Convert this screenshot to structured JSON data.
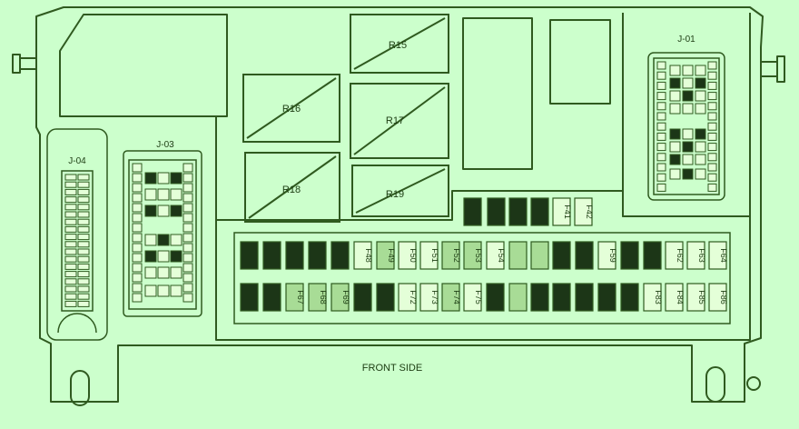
{
  "colors": {
    "background": "#ccffcc",
    "stroke": "#2f5a1f",
    "fuse_dark": "#1c3617",
    "fuse_light": "#e4ffd8",
    "fuse_shaded": "#a8dc96",
    "text": "#1c3c12"
  },
  "relays": [
    "R15",
    "R16",
    "R17",
    "R18",
    "R19"
  ],
  "connectors": {
    "j01": "J-01",
    "j03": "J-03",
    "j04": "J-04"
  },
  "fuses": {
    "upper_labeled": [
      "F41",
      "F42"
    ],
    "top_row": [
      "F48",
      "F49",
      "F50",
      "F51",
      "F52",
      "F53",
      "F54",
      "F59",
      "F62",
      "F63",
      "F64"
    ],
    "bottom_row": [
      "F67",
      "F68",
      "F69",
      "F72",
      "F73",
      "F74",
      "F75",
      "F83",
      "F84",
      "F85",
      "F86"
    ]
  },
  "footer": {
    "front_side": "FRONT SIDE"
  }
}
